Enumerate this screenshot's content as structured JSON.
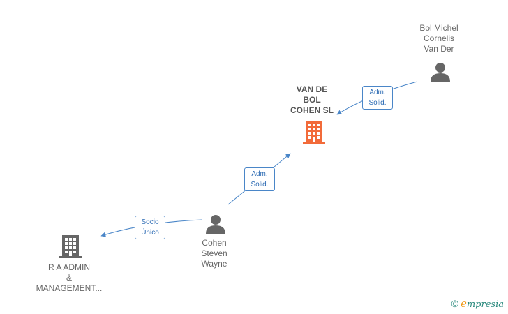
{
  "nodes": {
    "main_company": {
      "lines": [
        "VAN DE",
        "BOL",
        "COHEN  SL"
      ]
    },
    "bol_michel": {
      "lines": [
        "Bol Michel",
        "Cornelis",
        "Van Der"
      ]
    },
    "cohen_steven": {
      "lines": [
        "Cohen",
        "Steven",
        "Wayne"
      ]
    },
    "ra_admin": {
      "lines": [
        "R A ADMIN",
        "&",
        "MANAGEMENT..."
      ]
    }
  },
  "edges": {
    "bol_to_main": {
      "lines": [
        "Adm.",
        "Solid."
      ]
    },
    "cohen_to_main": {
      "lines": [
        "Adm.",
        "Solid."
      ]
    },
    "cohen_to_ra": {
      "lines": [
        "Socio",
        "Único"
      ]
    }
  },
  "brand": {
    "copyright": "©",
    "e_letter": "e",
    "rest": "mpresia"
  },
  "colors": {
    "edge": "#4a86c8",
    "main_company": "#f26b3a",
    "company": "#666666",
    "person": "#666666"
  }
}
